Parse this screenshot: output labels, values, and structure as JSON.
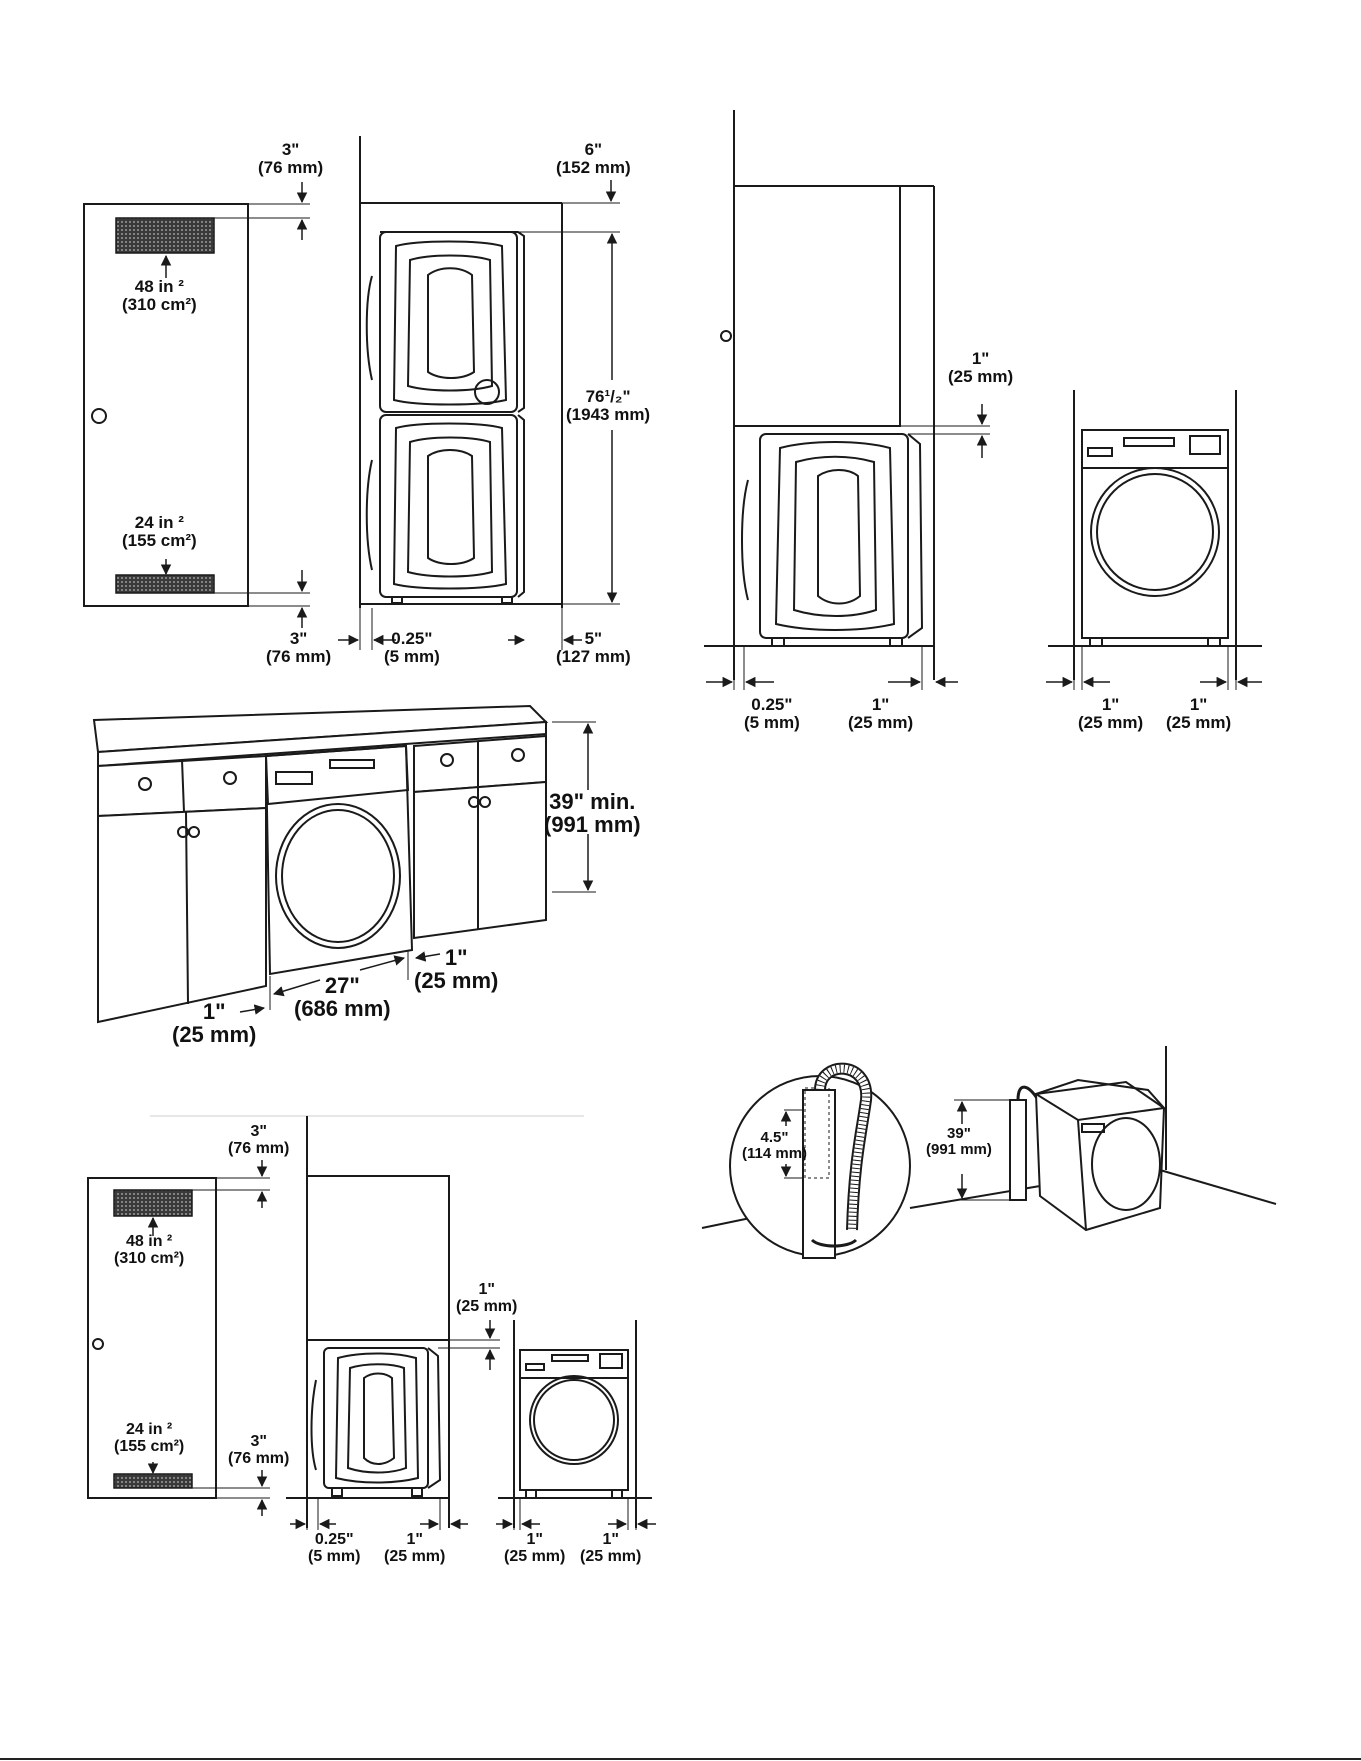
{
  "diagrams": {
    "closet_stacked": {
      "top_vent_clearance": {
        "imperial": "3\"",
        "metric": "(76 mm)"
      },
      "top_vent_area": {
        "imperial": "48 in ²",
        "metric": "(310 cm²)"
      },
      "bottom_vent_area": {
        "imperial": "24 in ²",
        "metric": "(155 cm²)"
      },
      "bottom_vent_clearance": {
        "imperial": "3\"",
        "metric": "(76 mm)"
      },
      "top_clearance": {
        "imperial": "6\"",
        "metric": "(152 mm)"
      },
      "stack_height": {
        "imperial": "76¹/₂\"",
        "metric": "(1943 mm)"
      },
      "side_clearance": {
        "imperial": "0.25\"",
        "metric": "(5 mm)"
      },
      "rear_clearance": {
        "imperial": "5\"",
        "metric": "(127 mm)"
      }
    },
    "alcove_side_by_side": {
      "top_clearance": {
        "imperial": "1\"",
        "metric": "(25 mm)"
      },
      "side_left": {
        "imperial": "0.25\"",
        "metric": "(5 mm)"
      },
      "side_right": {
        "imperial": "1\"",
        "metric": "(25 mm)"
      },
      "front_left": {
        "imperial": "1\"",
        "metric": "(25 mm)"
      },
      "front_right": {
        "imperial": "1\"",
        "metric": "(25 mm)"
      }
    },
    "undercounter": {
      "height_min": {
        "imperial": "39\" min.",
        "metric": "(991 mm)"
      },
      "width": {
        "imperial": "27\"",
        "metric": "(686 mm)"
      },
      "right_gap": {
        "imperial": "1\"",
        "metric": "(25 mm)"
      },
      "left_gap": {
        "imperial": "1\"",
        "metric": "(25 mm)"
      }
    },
    "closet_single": {
      "top_vent_clearance": {
        "imperial": "3\"",
        "metric": "(76 mm)"
      },
      "top_vent_area": {
        "imperial": "48 in ²",
        "metric": "(310 cm²)"
      },
      "bottom_vent_area": {
        "imperial": "24 in ²",
        "metric": "(155 cm²)"
      },
      "bottom_vent_clearance": {
        "imperial": "3\"",
        "metric": "(76 mm)"
      },
      "top_clearance": {
        "imperial": "1\"",
        "metric": "(25 mm)"
      },
      "side_left": {
        "imperial": "0.25\"",
        "metric": "(5 mm)"
      },
      "side_right": {
        "imperial": "1\"",
        "metric": "(25 mm)"
      },
      "front_left": {
        "imperial": "1\"",
        "metric": "(25 mm)"
      },
      "front_right": {
        "imperial": "1\"",
        "metric": "(25 mm)"
      }
    },
    "drain": {
      "hose_insertion": {
        "imperial": "4.5\"",
        "metric": "(114 mm)"
      },
      "standpipe_height": {
        "imperial": "39\"",
        "metric": "(991 mm)"
      }
    }
  },
  "colors": {
    "line": "#1a1a1a",
    "vent_fill": "#555555",
    "background": "#ffffff"
  }
}
